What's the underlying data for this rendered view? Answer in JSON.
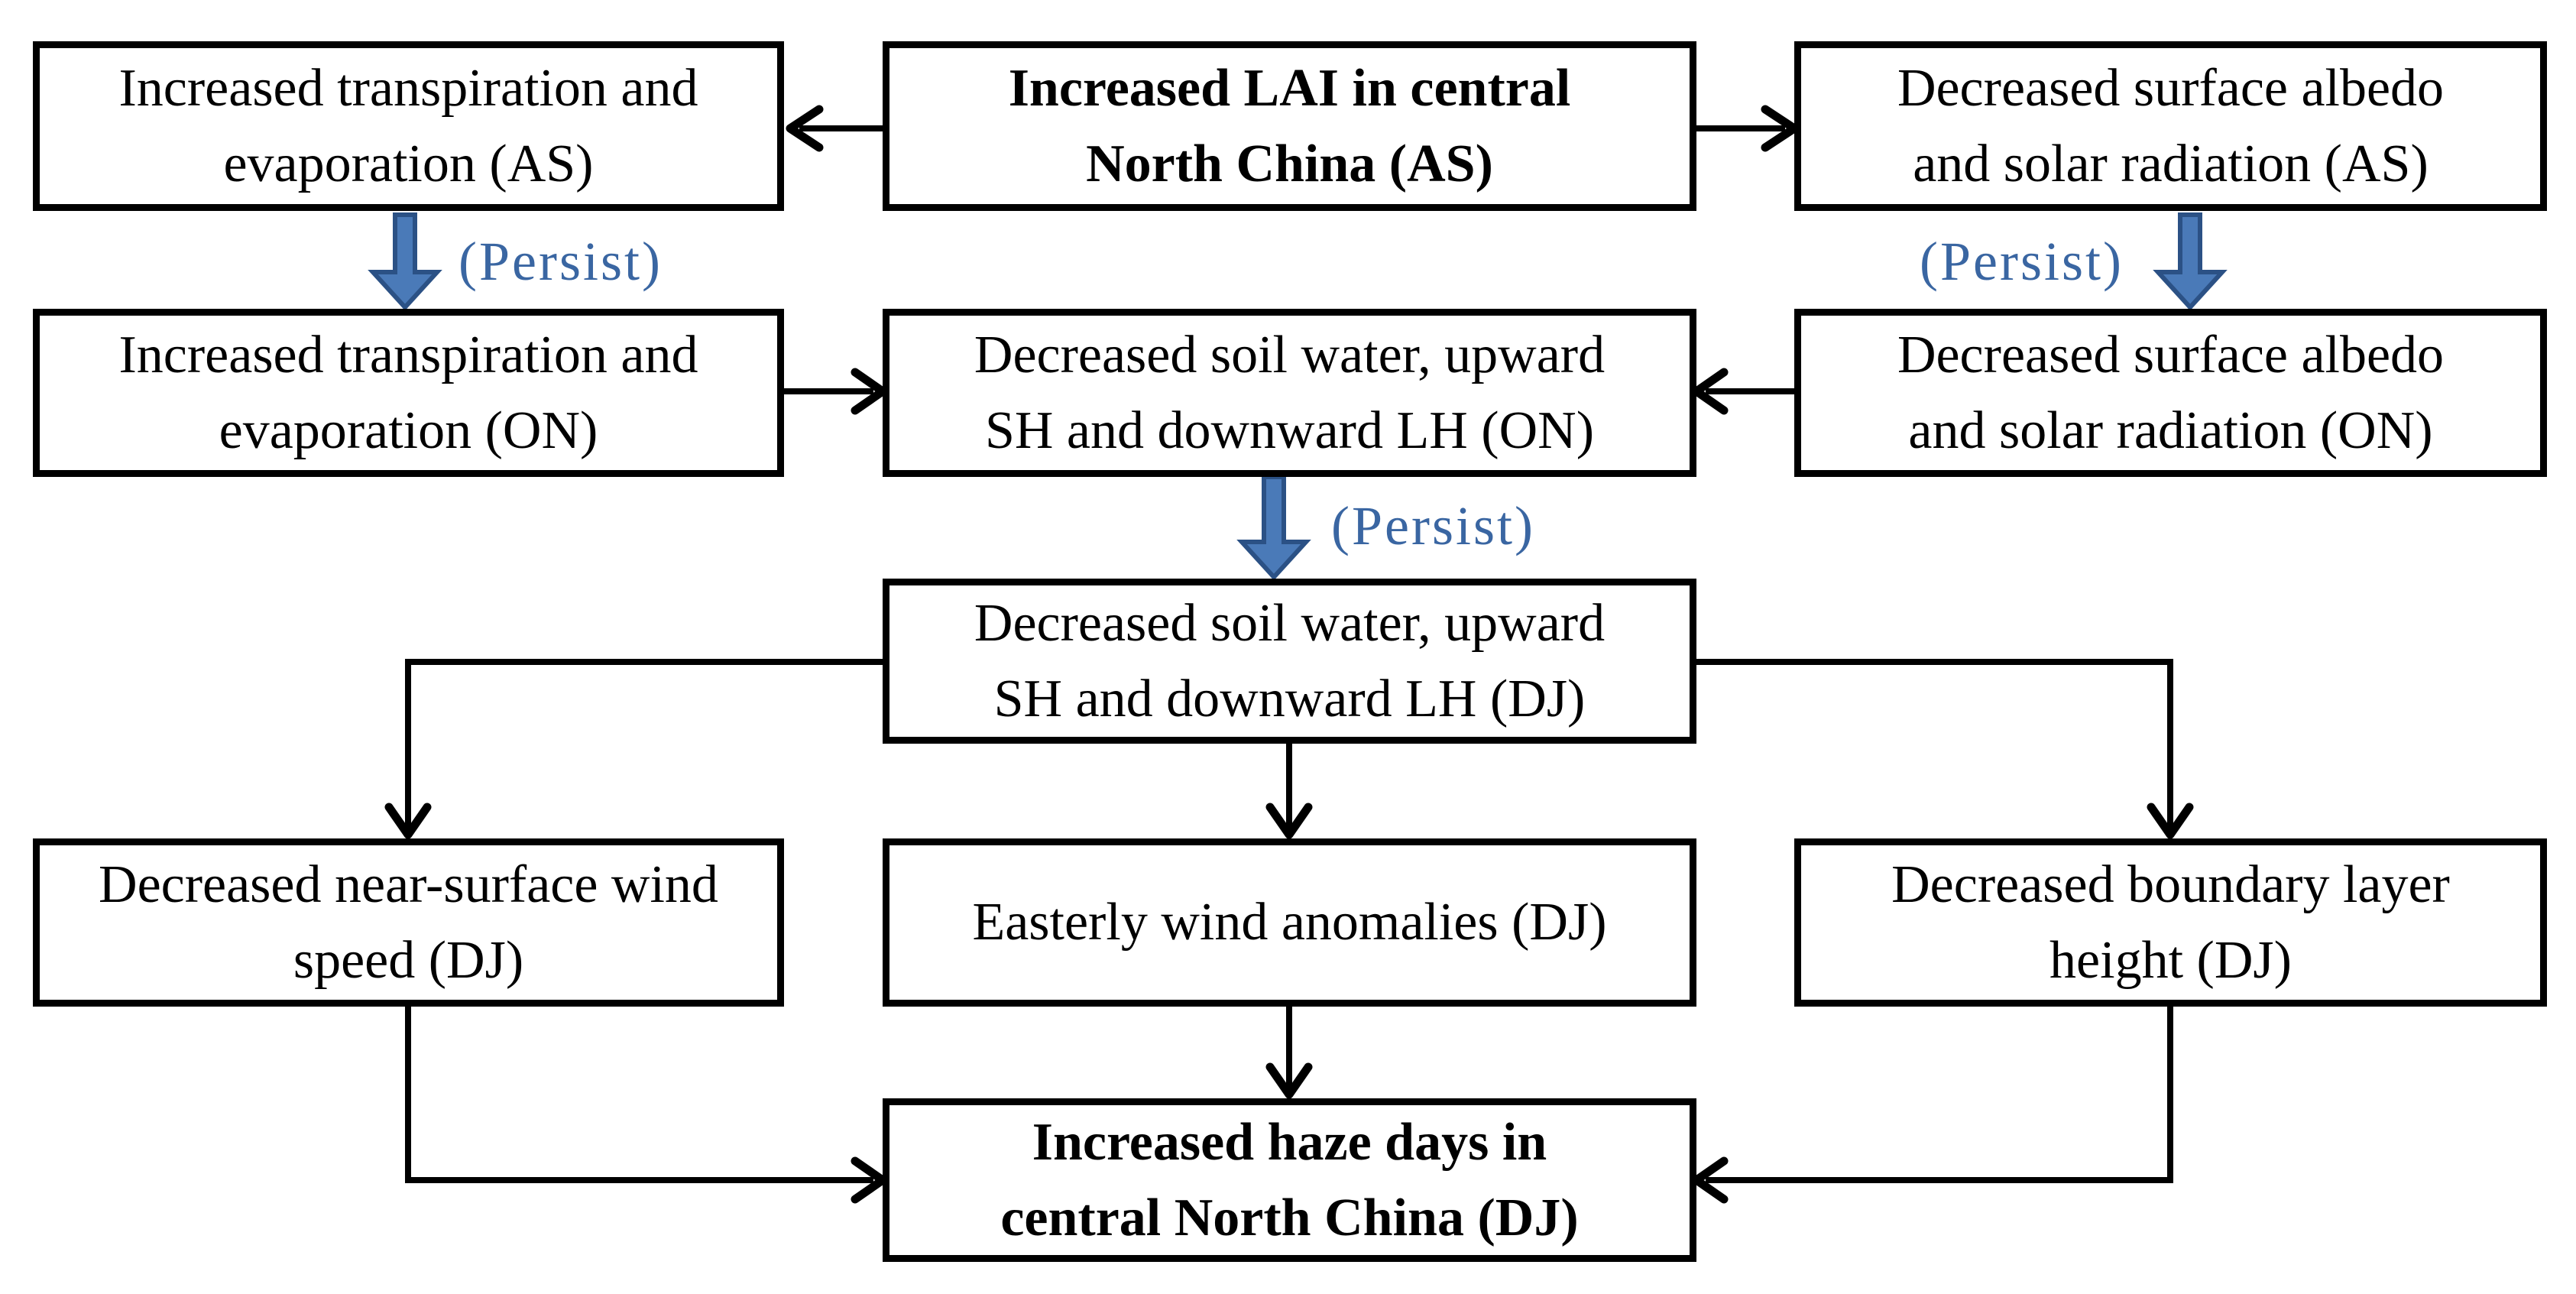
{
  "boxes": {
    "transpiration_as": {
      "label": "Increased transpiration and\nevaporation (AS)"
    },
    "lai_as": {
      "label": "Increased LAI in central\nNorth China (AS)"
    },
    "albedo_as": {
      "label": "Decreased surface albedo\nand solar radiation (AS)"
    },
    "transpiration_on": {
      "label": "Increased transpiration and\nevaporation (ON)"
    },
    "soil_water_on": {
      "label": "Decreased soil water, upward\nSH and downward LH (ON)"
    },
    "albedo_on": {
      "label": "Decreased surface albedo\nand solar radiation (ON)"
    },
    "soil_water_dj": {
      "label": "Decreased soil water, upward\nSH and downward LH (DJ)"
    },
    "wind_speed_dj": {
      "label": "Decreased near-surface wind\nspeed (DJ)"
    },
    "easterly_wind_dj": {
      "label": "Easterly wind anomalies (DJ)"
    },
    "boundary_layer_dj": {
      "label": "Decreased boundary layer\nheight (DJ)"
    },
    "haze_days_dj": {
      "label": "Increased haze days in\ncentral North China (DJ)"
    }
  },
  "persist_labels": {
    "left": "(Persist)",
    "right": "(Persist)",
    "center": "(Persist)"
  },
  "colors": {
    "box_border": "#000000",
    "box_text": "#000000",
    "connector": "#000000",
    "persist_text": "#3a66a2",
    "persist_arrow_fill": "#4a7ab8",
    "persist_arrow_stroke": "#2b5185",
    "background": "#ffffff"
  }
}
